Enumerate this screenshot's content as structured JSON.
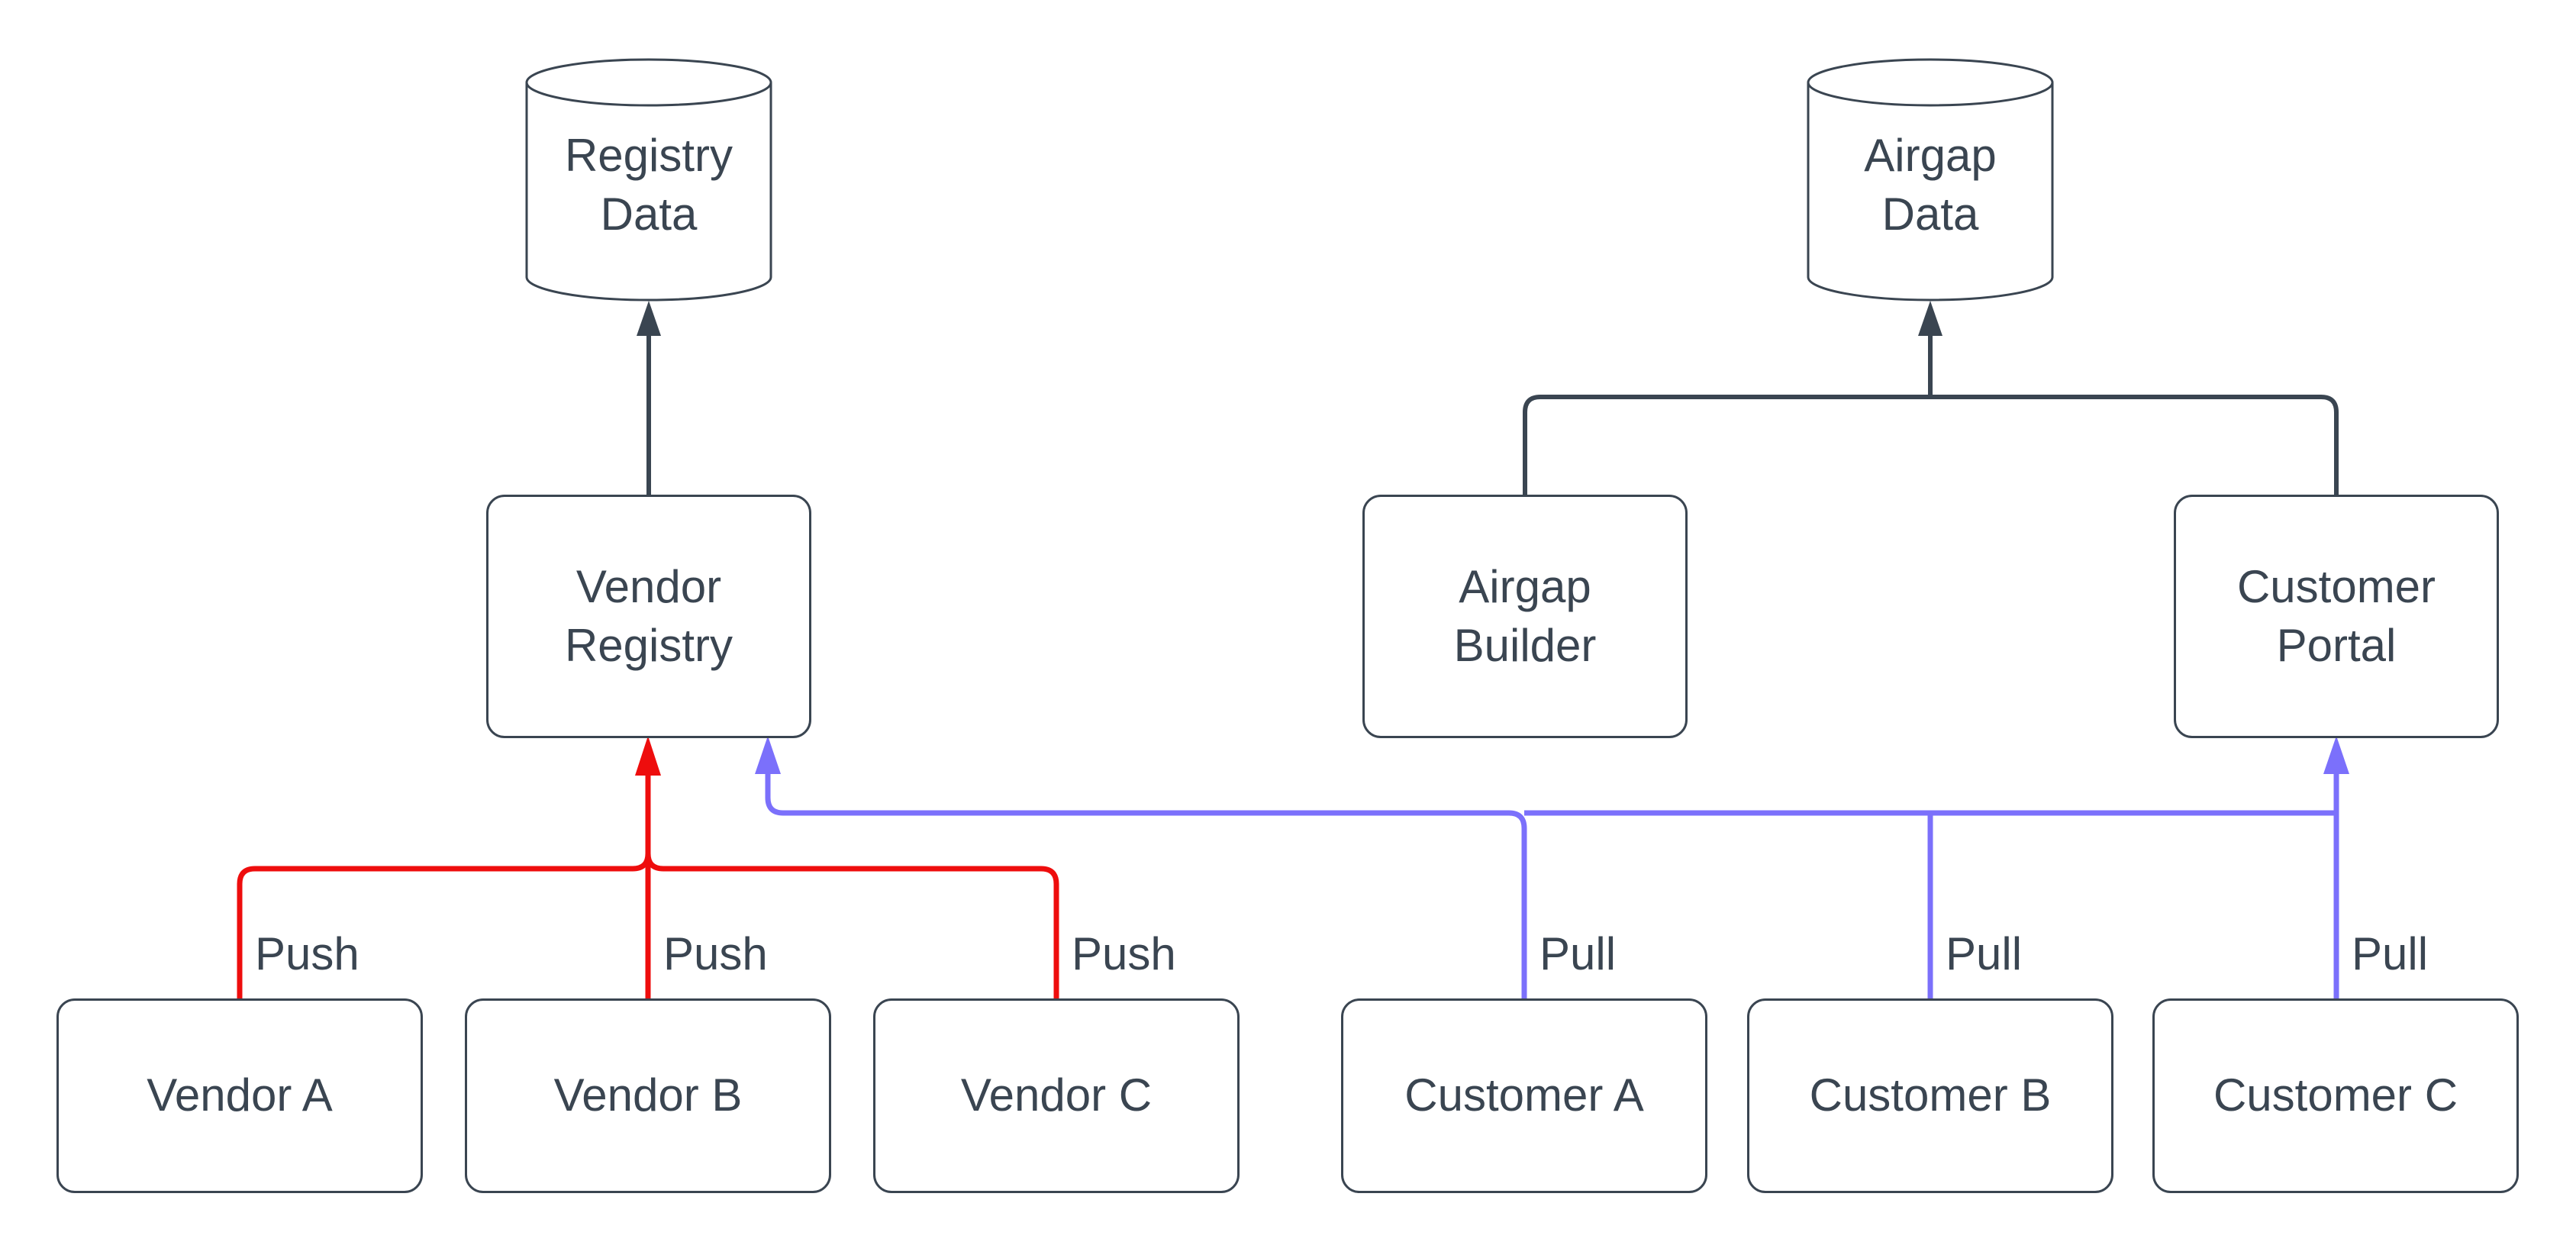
{
  "colors": {
    "line": "#3a4551",
    "text": "#3a4551",
    "push": "#ee0d0d",
    "pull": "#7b70fb"
  },
  "nodes": {
    "registry_data": {
      "type": "database",
      "label": "Registry\nData"
    },
    "airgap_data": {
      "type": "database",
      "label": "Airgap\nData"
    },
    "vendor_registry": {
      "type": "process",
      "label": "Vendor\nRegistry"
    },
    "airgap_builder": {
      "type": "process",
      "label": "Airgap\nBuilder"
    },
    "customer_portal": {
      "type": "process",
      "label": "Customer\nPortal"
    },
    "vendor_a": {
      "type": "process",
      "label": "Vendor A"
    },
    "vendor_b": {
      "type": "process",
      "label": "Vendor B"
    },
    "vendor_c": {
      "type": "process",
      "label": "Vendor C"
    },
    "customer_a": {
      "type": "process",
      "label": "Customer A"
    },
    "customer_b": {
      "type": "process",
      "label": "Customer B"
    },
    "customer_c": {
      "type": "process",
      "label": "Customer C"
    }
  },
  "edge_labels": {
    "push_a": "Push",
    "push_b": "Push",
    "push_c": "Push",
    "pull_a": "Pull",
    "pull_b": "Pull",
    "pull_c": "Pull"
  },
  "edges": [
    {
      "from": "Vendor Registry",
      "to": "Registry Data",
      "label": "",
      "color": "dark"
    },
    {
      "from": "Airgap Builder",
      "to": "Airgap Data",
      "label": "",
      "color": "dark"
    },
    {
      "from": "Customer Portal",
      "to": "Airgap Data",
      "label": "",
      "color": "dark"
    },
    {
      "from": "Vendor A",
      "to": "Vendor Registry",
      "label": "Push",
      "color": "red"
    },
    {
      "from": "Vendor B",
      "to": "Vendor Registry",
      "label": "Push",
      "color": "red"
    },
    {
      "from": "Vendor C",
      "to": "Vendor Registry",
      "label": "Push",
      "color": "red"
    },
    {
      "from": "Customer A",
      "to": "Vendor Registry and Customer Portal",
      "label": "Pull",
      "color": "blue"
    },
    {
      "from": "Customer B",
      "to": "Vendor Registry and Customer Portal",
      "label": "Pull",
      "color": "blue"
    },
    {
      "from": "Customer C",
      "to": "Vendor Registry and Customer Portal",
      "label": "Pull",
      "color": "blue"
    }
  ]
}
